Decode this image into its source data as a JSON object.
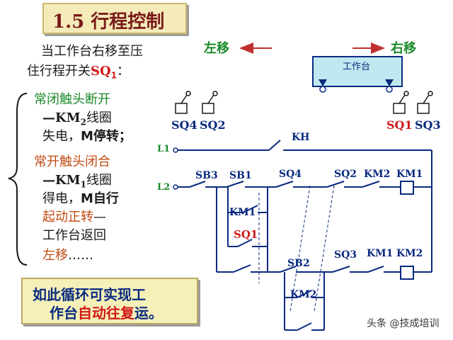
{
  "title": "1.5 行程控制",
  "left_text": {
    "intro_line1": "当工作台右移至压",
    "intro_line2_prefix": "住行程开关",
    "intro_line2_sw": "SQ",
    "intro_line2_sub": "1",
    "intro_line2_suffix": "：",
    "nc_label": "常闭触头断开",
    "km2_line": "—KM",
    "km2_sub": "2",
    "km2_suffix": "线圈",
    "lose_power": "失电，",
    "m_stop": "M停转；",
    "no_label": "常开触头闭合",
    "km1_line": "—KM",
    "km1_sub": "1",
    "km1_suffix": "线圈",
    "get_power": "得电，",
    "m_self": "M自行",
    "start_fwd": "起动正转",
    "dash": "—",
    "return_line": "工作台返回",
    "move_left": "左移",
    "ellipsis": "……"
  },
  "summary": {
    "line1": "如此循环可实现工",
    "line2_prefix": "作台",
    "line2_highlight": "自动往复",
    "line2_suffix": "运。"
  },
  "diagram": {
    "left_move": "左移",
    "right_move": "右移",
    "worktable": "工作台",
    "sq4": "SQ4",
    "sq2": "SQ2",
    "sq1": "SQ1",
    "sq3": "SQ3",
    "kh": "KH",
    "l1": "L1",
    "l2": "L2",
    "sb3": "SB3",
    "sb1": "SB1",
    "sq4_contact": "SQ4",
    "sq2_contact": "SQ2",
    "km2_contact": "KM2",
    "km1_coil": "KM1",
    "km1_hold": "KM1",
    "sq1_contact": "SQ1",
    "sb2": "SB2",
    "sq3_contact": "SQ3",
    "km1_contact": "KM1",
    "km2_coil": "KM2",
    "km2_hold": "KM2"
  },
  "watermark": "头条 @技成培训",
  "colors": {
    "title_bg": "#f4ebb8",
    "title_text": "#7a1a1a",
    "circuit_blue": "#0a2a80",
    "green": "#1a8a2a",
    "brown_orange": "#c04a10",
    "red": "#d01818",
    "table_cyan": "#bfe8f0"
  }
}
